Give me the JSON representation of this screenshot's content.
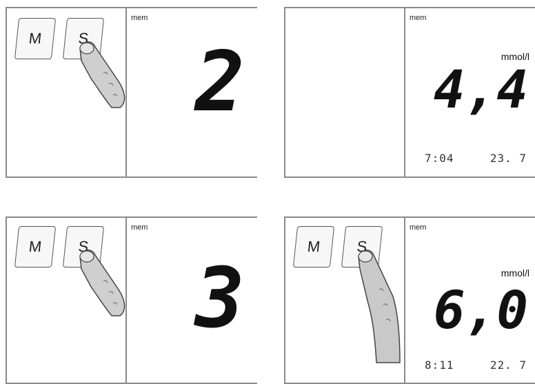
{
  "buttons": {
    "m_label": "M",
    "s_label": "S"
  },
  "panels": [
    {
      "mem_label": "mem",
      "display_value": "2"
    },
    {
      "mem_label": "mem",
      "unit": "mmol/l",
      "reading": "4,4",
      "time": "7:04",
      "date": "23. 7"
    },
    {
      "mem_label": "mem",
      "display_value": "3"
    },
    {
      "mem_label": "mem",
      "unit": "mmol/l",
      "reading": "6,0",
      "time": "8:11",
      "date": "22. 7"
    }
  ],
  "icons": {
    "finger": "pressing-finger-icon"
  }
}
